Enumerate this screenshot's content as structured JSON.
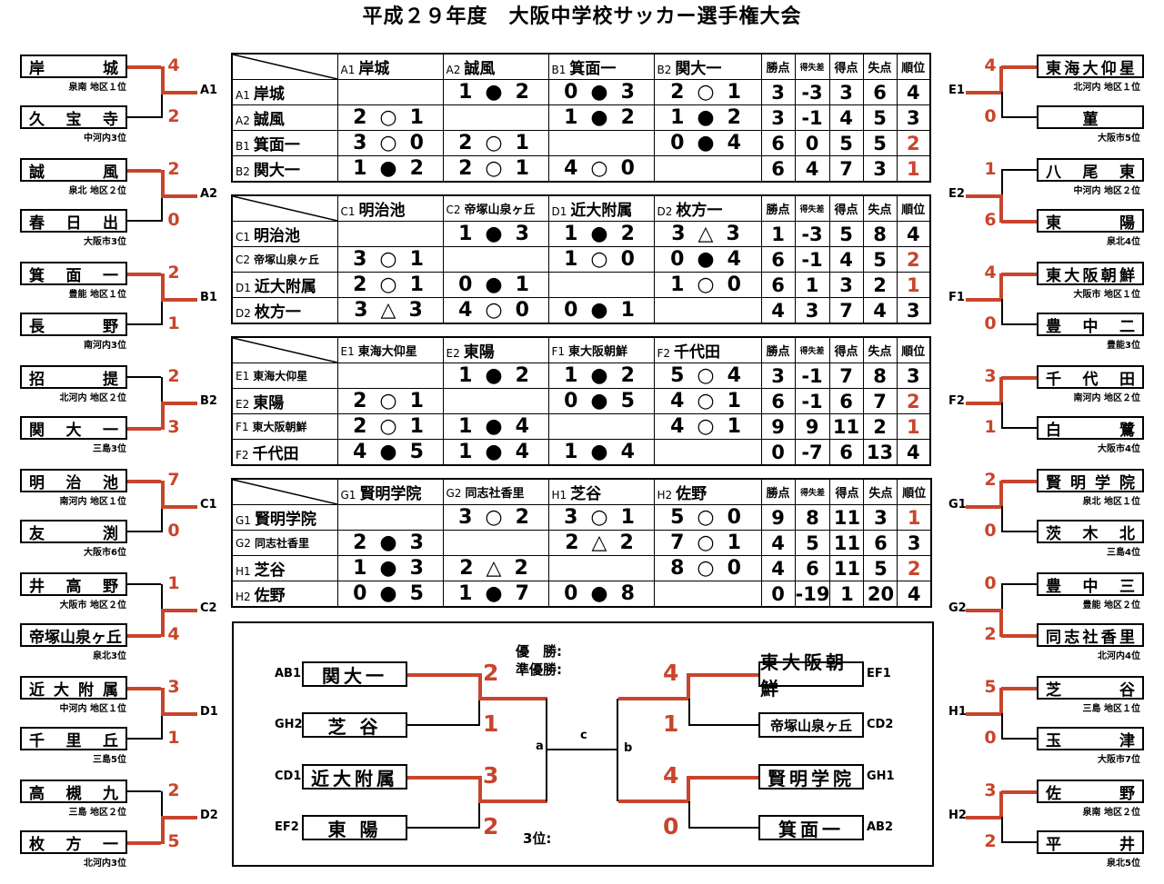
{
  "title": "平成２９年度　大阪中学校サッカー選手権大会",
  "left_groups": [
    {
      "label": "A1",
      "top": {
        "name": "岸城",
        "sub": "泉南 地区１位",
        "score": "4"
      },
      "bottom": {
        "name": "久宝寺",
        "sub": "中河内3位",
        "score": "2"
      },
      "winner": "top"
    },
    {
      "label": "A2",
      "top": {
        "name": "誠風",
        "sub": "泉北 地区２位",
        "score": "2"
      },
      "bottom": {
        "name": "春日出",
        "sub": "大阪市3位",
        "score": "0"
      },
      "winner": "top"
    },
    {
      "label": "B1",
      "top": {
        "name": "箕面一",
        "sub": "豊能 地区１位",
        "score": "2"
      },
      "bottom": {
        "name": "長野",
        "sub": "南河内3位",
        "score": "1"
      },
      "winner": "top"
    },
    {
      "label": "B2",
      "top": {
        "name": "招提",
        "sub": "北河内 地区２位",
        "score": "2"
      },
      "bottom": {
        "name": "関大一",
        "sub": "三島3位",
        "score": "3"
      },
      "winner": "bottom"
    },
    {
      "label": "C1",
      "top": {
        "name": "明治池",
        "sub": "南河内 地区１位",
        "score": "7"
      },
      "bottom": {
        "name": "友渕",
        "sub": "大阪市6位",
        "score": "0"
      },
      "winner": "top"
    },
    {
      "label": "C2",
      "top": {
        "name": "井高野",
        "sub": "大阪市 地区２位",
        "score": "1"
      },
      "bottom": {
        "name": "帝塚山泉ヶ丘",
        "sub": "泉北3位",
        "score": "4"
      },
      "winner": "bottom"
    },
    {
      "label": "D1",
      "top": {
        "name": "近大附属",
        "sub": "中河内 地区１位",
        "score": "3"
      },
      "bottom": {
        "name": "千里丘",
        "sub": "三島5位",
        "score": "1"
      },
      "winner": "top"
    },
    {
      "label": "D2",
      "top": {
        "name": "高槻九",
        "sub": "三島 地区２位",
        "score": "2"
      },
      "bottom": {
        "name": "枚方一",
        "sub": "北河内3位",
        "score": "5"
      },
      "winner": "bottom"
    }
  ],
  "right_groups": [
    {
      "label": "E1",
      "top": {
        "name": "東海大仰星",
        "sub": "北河内 地区１位",
        "score": "4"
      },
      "bottom": {
        "name": "菫",
        "sub": "大阪市5位",
        "score": "0"
      },
      "winner": "top"
    },
    {
      "label": "E2",
      "top": {
        "name": "八尾東",
        "sub": "中河内 地区２位",
        "score": "1"
      },
      "bottom": {
        "name": "東陽",
        "sub": "泉北4位",
        "score": "6"
      },
      "winner": "bottom"
    },
    {
      "label": "F1",
      "top": {
        "name": "東大阪朝鮮",
        "sub": "大阪市 地区１位",
        "score": "4"
      },
      "bottom": {
        "name": "豊中二",
        "sub": "豊能3位",
        "score": "0"
      },
      "winner": "top"
    },
    {
      "label": "F2",
      "top": {
        "name": "千代田",
        "sub": "南河内 地区２位",
        "score": "3"
      },
      "bottom": {
        "name": "白鷺",
        "sub": "大阪市4位",
        "score": "1"
      },
      "winner": "top"
    },
    {
      "label": "G1",
      "top": {
        "name": "賢明学院",
        "sub": "泉北 地区１位",
        "score": "2"
      },
      "bottom": {
        "name": "茨木北",
        "sub": "三島4位",
        "score": "0"
      },
      "winner": "top"
    },
    {
      "label": "G2",
      "top": {
        "name": "豊中三",
        "sub": "豊能 地区２位",
        "score": "0"
      },
      "bottom": {
        "name": "同志社香里",
        "sub": "北河内4位",
        "score": "2"
      },
      "winner": "bottom"
    },
    {
      "label": "H1",
      "top": {
        "name": "芝谷",
        "sub": "三島 地区１位",
        "score": "5"
      },
      "bottom": {
        "name": "玉津",
        "sub": "大阪市7位",
        "score": "0"
      },
      "winner": "top"
    },
    {
      "label": "H2",
      "top": {
        "name": "佐野",
        "sub": "泉南 地区２位",
        "score": "3"
      },
      "bottom": {
        "name": "平井",
        "sub": "泉北5位",
        "score": "2"
      },
      "winner": "top"
    }
  ],
  "stat_headers": [
    "勝点",
    "得失差",
    "得点",
    "失点",
    "順位"
  ],
  "leagues": [
    {
      "teams": [
        {
          "tag": "A1",
          "name": "岸城"
        },
        {
          "tag": "A2",
          "name": "誠風"
        },
        {
          "tag": "B1",
          "name": "箕面一"
        },
        {
          "tag": "B2",
          "name": "関大一"
        }
      ],
      "results": [
        [
          "",
          "1 ● 2",
          "0 ● 3",
          "2 ○ 1"
        ],
        [
          "2 ○ 1",
          "",
          "1 ● 2",
          "1 ● 2"
        ],
        [
          "3 ○ 0",
          "2 ○ 1",
          "",
          "0 ● 4"
        ],
        [
          "1 ● 2",
          "2 ○ 1",
          "4 ○ 0",
          ""
        ]
      ],
      "stats": [
        [
          "3",
          "-3",
          "3",
          "6",
          "4"
        ],
        [
          "3",
          "-1",
          "4",
          "5",
          "3"
        ],
        [
          "6",
          "0",
          "5",
          "5",
          "2"
        ],
        [
          "6",
          "4",
          "7",
          "3",
          "1"
        ]
      ]
    },
    {
      "teams": [
        {
          "tag": "C1",
          "name": "明治池"
        },
        {
          "tag": "C2",
          "name": "帝塚山泉ヶ丘"
        },
        {
          "tag": "D1",
          "name": "近大附属"
        },
        {
          "tag": "D2",
          "name": "枚方一"
        }
      ],
      "results": [
        [
          "",
          "1 ● 3",
          "1 ● 2",
          "3 △ 3"
        ],
        [
          "3 ○ 1",
          "",
          "1 ○ 0",
          "0 ● 4"
        ],
        [
          "2 ○ 1",
          "0 ● 1",
          "",
          "1 ○ 0"
        ],
        [
          "3 △ 3",
          "4 ○ 0",
          "0 ● 1",
          ""
        ]
      ],
      "stats": [
        [
          "1",
          "-3",
          "5",
          "8",
          "4"
        ],
        [
          "6",
          "-1",
          "4",
          "5",
          "2"
        ],
        [
          "6",
          "1",
          "3",
          "2",
          "1"
        ],
        [
          "4",
          "3",
          "7",
          "4",
          "3"
        ]
      ]
    },
    {
      "teams": [
        {
          "tag": "E1",
          "name": "東海大仰星"
        },
        {
          "tag": "E2",
          "name": "東陽"
        },
        {
          "tag": "F1",
          "name": "東大阪朝鮮"
        },
        {
          "tag": "F2",
          "name": "千代田"
        }
      ],
      "results": [
        [
          "",
          "1 ● 2",
          "1 ● 2",
          "5 ○ 4"
        ],
        [
          "2 ○ 1",
          "",
          "0 ● 5",
          "4 ○ 1"
        ],
        [
          "2 ○ 1",
          "1 ● 4",
          "",
          "4 ○ 1"
        ],
        [
          "4 ● 5",
          "1 ● 4",
          "1 ● 4",
          ""
        ]
      ],
      "stats": [
        [
          "3",
          "-1",
          "7",
          "8",
          "3"
        ],
        [
          "6",
          "-1",
          "6",
          "7",
          "2"
        ],
        [
          "9",
          "9",
          "11",
          "2",
          "1"
        ],
        [
          "0",
          "-7",
          "6",
          "13",
          "4"
        ]
      ]
    },
    {
      "teams": [
        {
          "tag": "G1",
          "name": "賢明学院"
        },
        {
          "tag": "G2",
          "name": "同志社香里"
        },
        {
          "tag": "H1",
          "name": "芝谷"
        },
        {
          "tag": "H2",
          "name": "佐野"
        }
      ],
      "results": [
        [
          "",
          "3 ○ 2",
          "3 ○ 1",
          "5 ○ 0"
        ],
        [
          "2 ● 3",
          "",
          "2 △ 2",
          "7 ○ 1"
        ],
        [
          "1 ● 3",
          "2 △ 2",
          "",
          "8 ○ 0"
        ],
        [
          "0 ● 5",
          "1 ● 7",
          "0 ● 8",
          ""
        ]
      ],
      "stats": [
        [
          "9",
          "8",
          "11",
          "3",
          "1"
        ],
        [
          "4",
          "5",
          "11",
          "6",
          "3"
        ],
        [
          "4",
          "6",
          "11",
          "5",
          "2"
        ],
        [
          "0",
          "-19",
          "1",
          "20",
          "4"
        ]
      ]
    }
  ],
  "final": {
    "winner_label": "優　勝:",
    "runner_label": "準優勝:",
    "third_label": "3位:",
    "label_a": "a",
    "label_b": "b",
    "label_c": "c",
    "left": [
      {
        "seed": "AB1",
        "name": "関大一",
        "score": "2",
        "winner": true
      },
      {
        "seed": "GH2",
        "name": "芝 谷",
        "score": "1",
        "winner": false
      },
      {
        "seed": "CD1",
        "name": "近大附属",
        "score": "3",
        "winner": true
      },
      {
        "seed": "EF2",
        "name": "東 陽",
        "score": "2",
        "winner": false
      }
    ],
    "right": [
      {
        "seed": "EF1",
        "name": "東大阪朝鮮",
        "score": "4",
        "winner": true
      },
      {
        "seed": "CD2",
        "name": "帝塚山泉ヶ丘",
        "score": "1",
        "winner": false
      },
      {
        "seed": "GH1",
        "name": "賢明学院",
        "score": "4",
        "winner": true
      },
      {
        "seed": "AB2",
        "name": "箕面一",
        "score": "0",
        "winner": false
      }
    ]
  },
  "colors": {
    "accent": "#c8452c",
    "line": "#000000"
  }
}
